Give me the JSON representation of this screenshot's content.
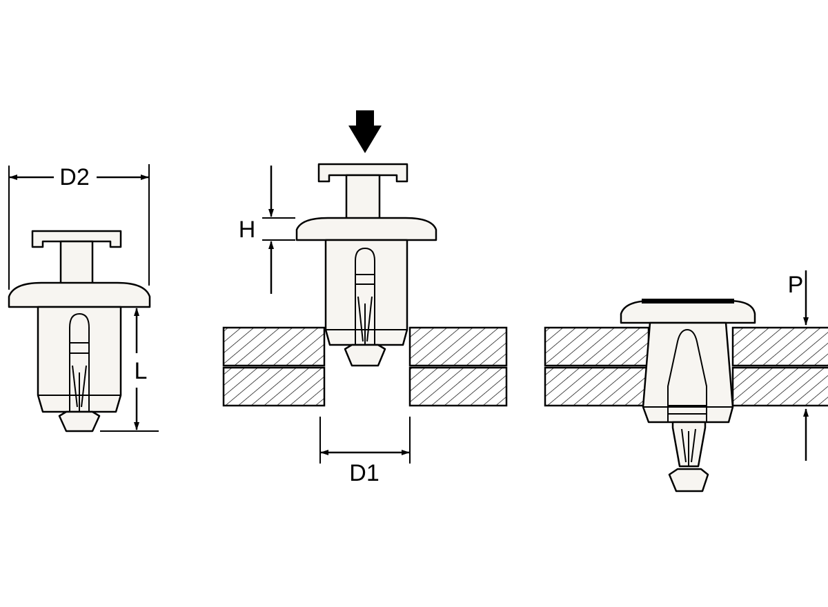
{
  "labels": {
    "d2": "D2",
    "l": "L",
    "h": "H",
    "d1": "D1",
    "p": "P"
  },
  "icons": {
    "press_arrow": "down-arrow-icon"
  },
  "colors": {
    "line": "#000000",
    "part_fill": "#f7f5f1",
    "background": "#ffffff"
  }
}
